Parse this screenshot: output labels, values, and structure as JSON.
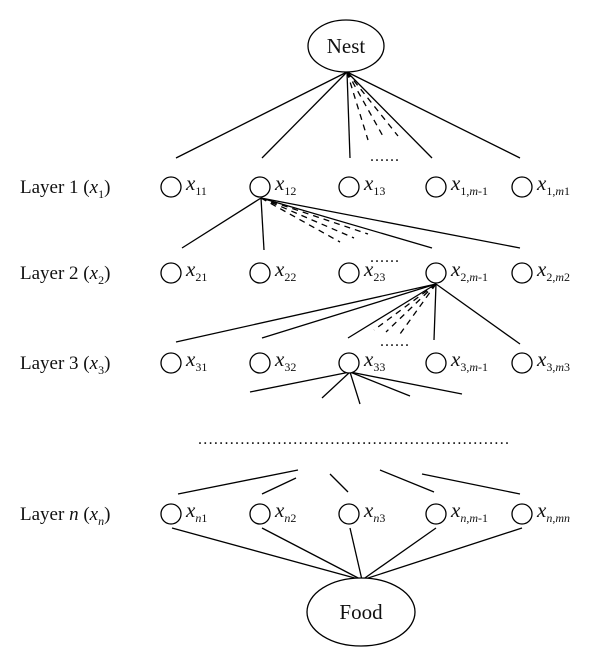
{
  "nest_label": "Nest",
  "food_label": "Food",
  "layers": [
    {
      "prefix": "Layer 1 (",
      "italic": "x",
      "sub": "1",
      "suffix": ")",
      "nodes": [
        {
          "label": "x",
          "sub": "11"
        },
        {
          "label": "x",
          "sub": "12"
        },
        {
          "label": "x",
          "sub": "13"
        },
        {
          "label": "x",
          "sub": "1,",
          "sub_it": "m",
          "sub_tail": "-1"
        },
        {
          "label": "x",
          "sub": "1,",
          "sub_it": "m",
          "sub_tail": "1"
        }
      ]
    },
    {
      "prefix": "Layer 2 (",
      "italic": "x",
      "sub": "2",
      "suffix": ")",
      "nodes": [
        {
          "label": "x",
          "sub": "21"
        },
        {
          "label": "x",
          "sub": "22"
        },
        {
          "label": "x",
          "sub": "23"
        },
        {
          "label": "x",
          "sub": "2,",
          "sub_it": "m",
          "sub_tail": "-1"
        },
        {
          "label": "x",
          "sub": "2,",
          "sub_it": "m",
          "sub_tail": "2"
        }
      ]
    },
    {
      "prefix": "Layer 3 (",
      "italic": "x",
      "sub": "3",
      "suffix": ")",
      "nodes": [
        {
          "label": "x",
          "sub": "31"
        },
        {
          "label": "x",
          "sub": "32"
        },
        {
          "label": "x",
          "sub": "33"
        },
        {
          "label": "x",
          "sub": "3,",
          "sub_it": "m",
          "sub_tail": "-1"
        },
        {
          "label": "x",
          "sub": "3,",
          "sub_it": "m",
          "sub_tail": "3"
        }
      ]
    },
    {
      "prefix": "Layer ",
      "prefix_it": "n",
      "prefix_after": " (",
      "italic": "x",
      "sub_it_only": "n",
      "suffix": ")",
      "nodes": [
        {
          "label": "x",
          "sub_it": "n",
          "sub_tail": "1"
        },
        {
          "label": "x",
          "sub_it": "n",
          "sub_tail": "2"
        },
        {
          "label": "x",
          "sub_it": "n",
          "sub_tail": "3"
        },
        {
          "label": "x",
          "sub_it": "n",
          "sub_tail": ",",
          "sub_it2": "m",
          "sub_tail2": "-1"
        },
        {
          "label": "x",
          "sub_it": "n",
          "sub_tail": ",",
          "sub_it2": "mn",
          "sub_tail2": ""
        }
      ]
    }
  ],
  "ellipsis_short": "......",
  "ellipsis_long": "..........................................................."
}
